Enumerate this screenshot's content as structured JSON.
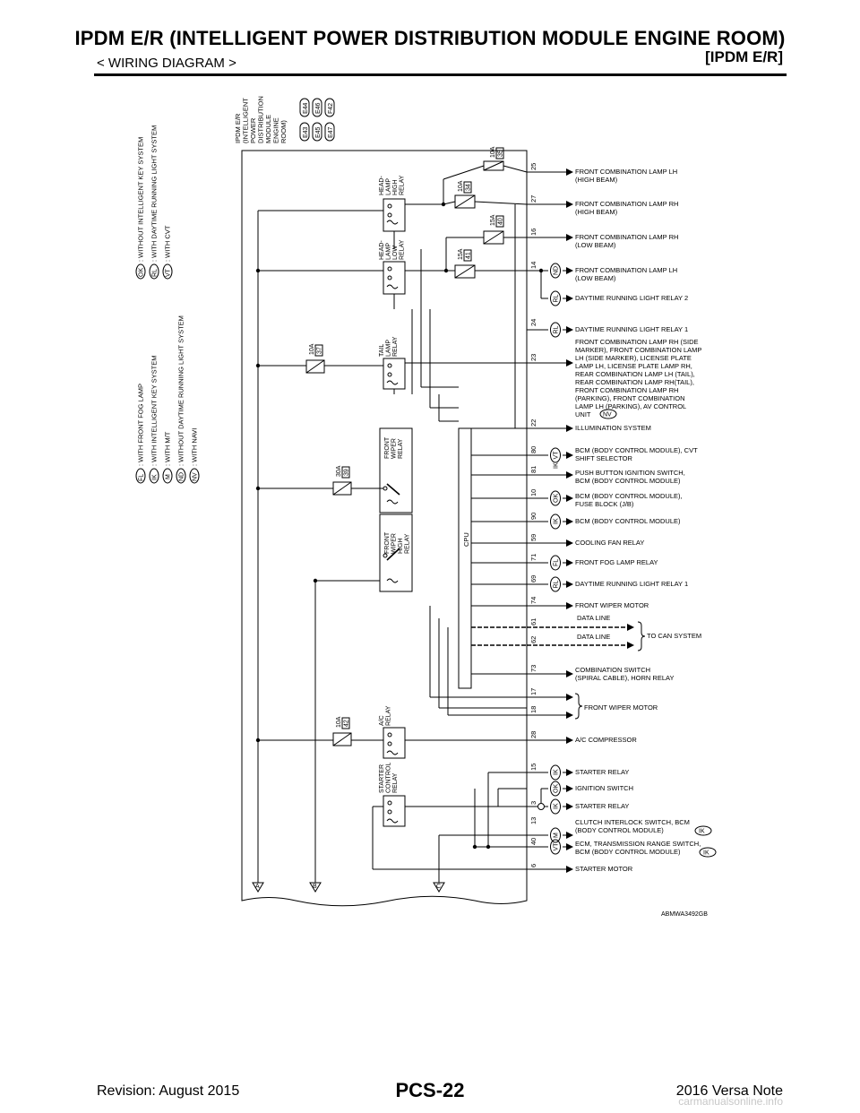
{
  "header": {
    "title": "IPDM E/R (INTELLIGENT POWER DISTRIBUTION MODULE ENGINE ROOM)",
    "subtitle": "< WIRING DIAGRAM >",
    "section": "[IPDM E/R]"
  },
  "footer": {
    "revision": "Revision: August 2015",
    "page": "PCS-22",
    "model": "2016 Versa Note",
    "watermark": "carmanualsonline.info"
  },
  "legend_left": [
    {
      "code": "FL",
      "text": ": WITH FRONT FOG LAMP"
    },
    {
      "code": "IK",
      "text": ": WITH INTELLIGENT KEY SYSTEM"
    },
    {
      "code": "M",
      "text": ": WITH M/T"
    },
    {
      "code": "ND",
      "text": ": WITHOUT DAYTIME RUNNING LIGHT SYSTEM"
    },
    {
      "code": "NV",
      "text": ": WITH NAVI"
    }
  ],
  "legend_right": [
    {
      "code": "OK",
      "text": ": WITHOUT INTELLIGENT KEY SYSTEM"
    },
    {
      "code": "RL",
      "text": ": WITH DAYTIME RUNNING LIGHT SYSTEM"
    },
    {
      "code": "VT",
      "text": ": WITH CVT"
    }
  ],
  "module": {
    "label_lines": [
      "IPDM E/R",
      "(INTELLIGENT",
      "POWER",
      "DISTRIBUTION",
      "MODULE",
      "ENGINE",
      "ROOM)"
    ],
    "connectors": [
      "E43",
      "E44",
      "E45",
      "E46",
      "E47",
      "F42"
    ],
    "cpu_label": "CPU",
    "bus_labels": [
      "A",
      "B",
      "C"
    ]
  },
  "relays": [
    {
      "id": "hl-high",
      "lines": [
        "HEAD-",
        "LAMP",
        "HIGH",
        "RELAY"
      ]
    },
    {
      "id": "hl-low",
      "lines": [
        "HEAD-",
        "LAMP",
        "LOW",
        "RELAY"
      ]
    },
    {
      "id": "tail",
      "lines": [
        "TAIL",
        "LAMP",
        "RELAY"
      ]
    },
    {
      "id": "wiper",
      "lines": [
        "FRONT",
        "WIPER",
        "RELAY"
      ]
    },
    {
      "id": "wiper-high",
      "lines": [
        "FRONT",
        "WIPER",
        "HIGH",
        "RELAY"
      ]
    },
    {
      "id": "ac",
      "lines": [
        "A/C",
        "RELAY"
      ]
    },
    {
      "id": "starter",
      "lines": [
        "STARTER",
        "CONTROL",
        "RELAY"
      ]
    }
  ],
  "fuses": [
    {
      "amp": "10A",
      "num": "35"
    },
    {
      "amp": "10A",
      "num": "34"
    },
    {
      "amp": "15A",
      "num": "40"
    },
    {
      "amp": "15A",
      "num": "41"
    },
    {
      "amp": "10A",
      "num": "37"
    },
    {
      "amp": "30A",
      "num": "39"
    },
    {
      "amp": "10A",
      "num": "42"
    }
  ],
  "outputs": [
    {
      "pin": "25",
      "lines": [
        "FRONT COMBINATION LAMP LH",
        "(HIGH BEAM)"
      ]
    },
    {
      "pin": "27",
      "lines": [
        "FRONT COMBINATION LAMP RH",
        "(HIGH BEAM)"
      ]
    },
    {
      "pin": "16",
      "lines": [
        "FRONT COMBINATION LAMP RH",
        "(LOW BEAM)"
      ]
    },
    {
      "pin": "14",
      "tag": "ND",
      "lines": [
        "FRONT COMBINATION LAMP LH",
        "(LOW BEAM)"
      ]
    },
    {
      "pin": "",
      "tag": "RL",
      "lines": [
        "DAYTIME RUNNING LIGHT RELAY 2"
      ]
    },
    {
      "pin": "24",
      "tag": "RL",
      "lines": [
        "DAYTIME RUNNING LIGHT RELAY 1"
      ]
    },
    {
      "pin": "23",
      "lines": [
        "FRONT COMBINATION LAMP RH (SIDE",
        "MARKER), FRONT COMBINATION LAMP",
        "LH (SIDE MARKER), LICENSE PLATE",
        "LAMP LH, LICENSE PLATE LAMP RH,",
        "REAR COMBINATION LAMP LH (TAIL),",
        "REAR COMBINATION LAMP RH(TAIL),",
        "FRONT COMBINATION LAMP RH",
        "(PARKING), FRONT COMBINATION",
        "LAMP LH (PARKING), AV CONTROL",
        "UNIT"
      ],
      "end_tag": "NV"
    },
    {
      "pin": "22",
      "lines": [
        "ILLUMINATION SYSTEM"
      ]
    },
    {
      "pin": "80",
      "tag": "VT",
      "lines": [
        "BCM (BODY CONTROL MODULE), CVT",
        "SHIFT SELECTOR"
      ]
    },
    {
      "pin": "81",
      "tag": "IK",
      "lines": [
        "PUSH BUTTON IGNITION SWITCH,",
        "BCM (BODY CONTROL MODULE)"
      ]
    },
    {
      "pin": "10",
      "tag": "OK",
      "lines": [
        "BCM (BODY CONTROL MODULE),",
        "FUSE BLOCK (J/B)"
      ]
    },
    {
      "pin": "90",
      "tag": "IK",
      "lines": [
        "BCM (BODY CONTROL MODULE)"
      ]
    },
    {
      "pin": "59",
      "lines": [
        "COOLING FAN RELAY"
      ]
    },
    {
      "pin": "71",
      "tag": "FL",
      "lines": [
        "FRONT FOG LAMP RELAY"
      ]
    },
    {
      "pin": "69",
      "tag": "RL",
      "lines": [
        "DAYTIME RUNNING LIGHT RELAY 1"
      ]
    },
    {
      "pin": "74",
      "lines": [
        "FRONT WIPER MOTOR"
      ]
    },
    {
      "pin": "61",
      "lines": [
        "DATA LINE"
      ]
    },
    {
      "pin": "62",
      "lines": [
        "DATA LINE"
      ]
    },
    {
      "pin": "73",
      "lines": [
        "COMBINATION SWITCH",
        "(SPIRAL CABLE), HORN RELAY"
      ]
    },
    {
      "pin": "17",
      "lines": [
        ""
      ]
    },
    {
      "pin": "18",
      "lines": [
        "FRONT WIPER MOTOR"
      ]
    },
    {
      "pin": "28",
      "lines": [
        "A/C COMPRESSOR"
      ]
    },
    {
      "pin": "15",
      "tag": "IK",
      "lines": [
        "STARTER RELAY"
      ]
    },
    {
      "pin": "",
      "tag": "OK",
      "lines": [
        "IGNITION SWITCH"
      ]
    },
    {
      "pin": "3",
      "tag": "IK",
      "lines": [
        "STARTER RELAY"
      ]
    },
    {
      "pin": "13",
      "tag": "M",
      "lines": [
        "CLUTCH INTERLOCK SWITCH, BCM",
        "(BODY CONTROL MODULE)"
      ],
      "end_tag": "IK"
    },
    {
      "pin": "40",
      "tag": "VT",
      "lines": [
        "ECM, TRANSMISSION RANGE SWITCH,",
        "BCM (BODY CONTROL MODULE)"
      ],
      "end_tag": "IK"
    },
    {
      "pin": "6",
      "lines": [
        "STARTER MOTOR"
      ]
    }
  ],
  "can_label": "TO CAN SYSTEM",
  "ref_code": "ABMWA3492GB"
}
